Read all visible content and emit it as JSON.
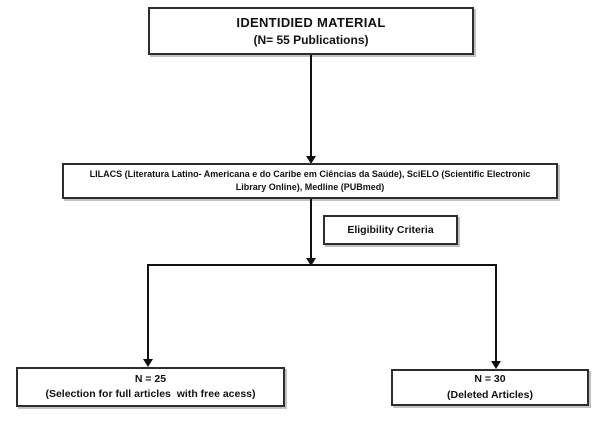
{
  "diagram": {
    "type": "flowchart",
    "boxes": {
      "identified": {
        "line1": "IDENTIDIED MATERIAL",
        "line2": "(N= 55 Publications)"
      },
      "databases": {
        "text": "LILACS (Literatura Latino- Americana e do Caribe em Ciências da Saúde), SciELO (Scientific Electronic Library Online), Medline (PUBmed)"
      },
      "eligibility": {
        "label": "Eligibility Criteria"
      },
      "selected": {
        "line1": "N = 25",
        "line2": "(Selection for full articles  with free acess)"
      },
      "deleted": {
        "line1": "N = 30",
        "line2": "(Deleted Articles)"
      }
    },
    "flow": [
      "identified -> databases",
      "databases -> branch (eligibility criteria applied)",
      "branch -> selected",
      "branch -> deleted"
    ],
    "colors": {
      "background": "#ffffff",
      "box_border": "#2d2d2d",
      "connector": "#111111",
      "text": "#111111",
      "shadow": "#8a8a8a"
    }
  }
}
